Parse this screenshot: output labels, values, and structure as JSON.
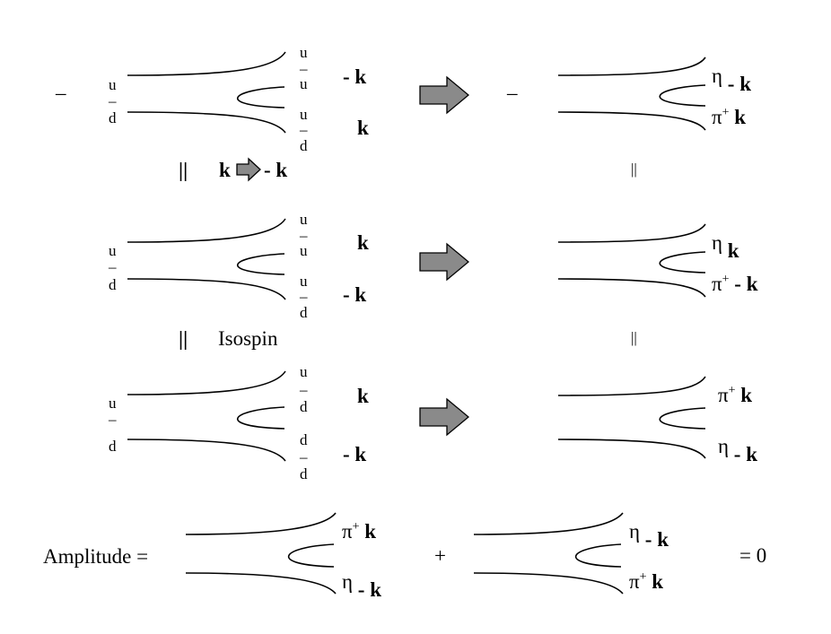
{
  "rows": [
    {
      "sign": "–",
      "in_top": "u",
      "in_bar": "–",
      "in_bot": "d",
      "out": [
        {
          "q": "u",
          "bar": "–",
          "q2": "u"
        },
        {
          "q": "u",
          "bar": "–",
          "q2": "d"
        }
      ],
      "mom_top": "- k",
      "mom_bot": "k",
      "right_sign": "–",
      "right_top": {
        "particle": "η",
        "sup": "",
        "mom": "- k"
      },
      "right_bot": {
        "particle": "π",
        "sup": "+",
        "mom": "k"
      }
    },
    {
      "sign": "",
      "in_top": "u",
      "in_bar": "–",
      "in_bot": "d",
      "out": [
        {
          "q": "u",
          "bar": "–",
          "q2": "u"
        },
        {
          "q": "u",
          "bar": "–",
          "q2": "d"
        }
      ],
      "mom_top": "k",
      "mom_bot": "- k",
      "right_sign": "",
      "right_top": {
        "particle": "η",
        "sup": "",
        "mom": "k"
      },
      "right_bot": {
        "particle": "π",
        "sup": "+",
        "mom": "- k"
      }
    },
    {
      "sign": "",
      "in_top": "u",
      "in_bar": "–",
      "in_bot": "d",
      "out": [
        {
          "q": "u",
          "bar": "–",
          "q2": "d"
        },
        {
          "q": "d",
          "bar": "–",
          "q2": "d"
        }
      ],
      "mom_top": "k",
      "mom_bot": "- k",
      "right_sign": "",
      "right_top": {
        "particle": "π",
        "sup": "+",
        "mom": "k"
      },
      "right_bot": {
        "particle": "η",
        "sup": "",
        "mom": "- k"
      }
    }
  ],
  "relations": {
    "row1": {
      "left": "||",
      "k_from": "k",
      "k_to": "- k",
      "right": "||"
    },
    "row2": {
      "left": "||",
      "text": "Isospin",
      "right": "||"
    }
  },
  "bottom": {
    "label": "Amplitude =",
    "plus": "+",
    "result": "= 0",
    "first": {
      "top": {
        "particle": "π",
        "sup": "+",
        "mom": "k"
      },
      "bot": {
        "particle": "η",
        "sup": "",
        "mom": "- k"
      }
    },
    "second": {
      "top": {
        "particle": "η",
        "sup": "",
        "mom": "- k"
      },
      "bot": {
        "particle": "π",
        "sup": "+",
        "mom": "k"
      }
    }
  }
}
